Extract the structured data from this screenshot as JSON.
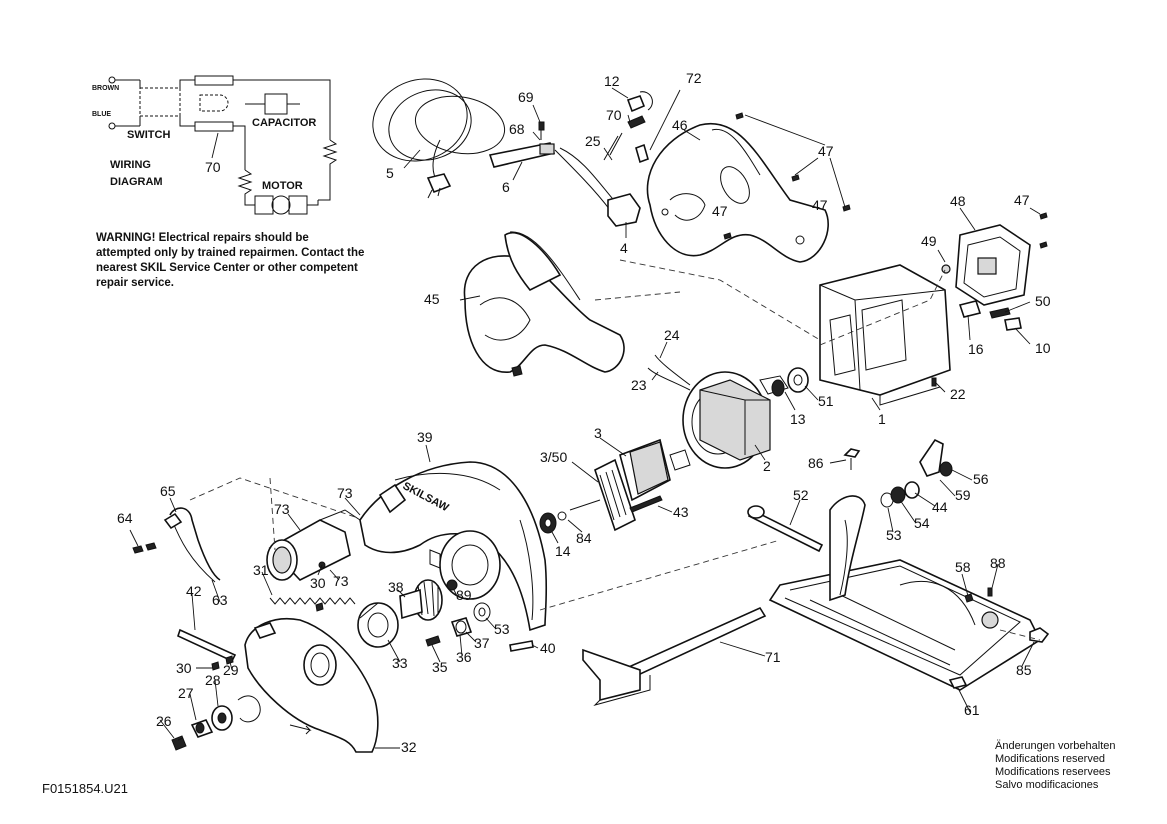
{
  "wiring_diagram": {
    "terminal_labels": [
      "BROWN",
      "BLUE"
    ],
    "switch_label": "SWITCH",
    "capacitor_label": "CAPACITOR",
    "motor_label": "MOTOR",
    "title_line1": "WIRING",
    "title_line2": "DIAGRAM",
    "part_ref": "70"
  },
  "warning": {
    "text": "WARNING! Electrical repairs should be attempted only by trained repairmen. Contact the nearest SKIL Service Center or other competent repair service."
  },
  "brand_mark": "SKILSAW",
  "notice": {
    "lines": [
      "Änderungen vorbehalten",
      "Modifications reserved",
      "Modifications reservees",
      "Salvo modificaciones"
    ]
  },
  "document_id": "F0151854.U21",
  "callouts": [
    "12",
    "72",
    "69",
    "70",
    "68",
    "25",
    "46",
    "47",
    "47",
    "47",
    "5",
    "6",
    "4",
    "48",
    "47",
    "49",
    "50",
    "16",
    "10",
    "45",
    "24",
    "23",
    "22",
    "1",
    "51",
    "13",
    "39",
    "3",
    "3/50",
    "2",
    "86",
    "65",
    "73",
    "64",
    "73",
    "14",
    "84",
    "43",
    "52",
    "56",
    "59",
    "44",
    "54",
    "53",
    "30",
    "73",
    "31",
    "63",
    "42",
    "38",
    "89",
    "53",
    "37",
    "36",
    "35",
    "33",
    "40",
    "71",
    "58",
    "88",
    "85",
    "61",
    "30",
    "29",
    "28",
    "27",
    "26",
    "32"
  ]
}
